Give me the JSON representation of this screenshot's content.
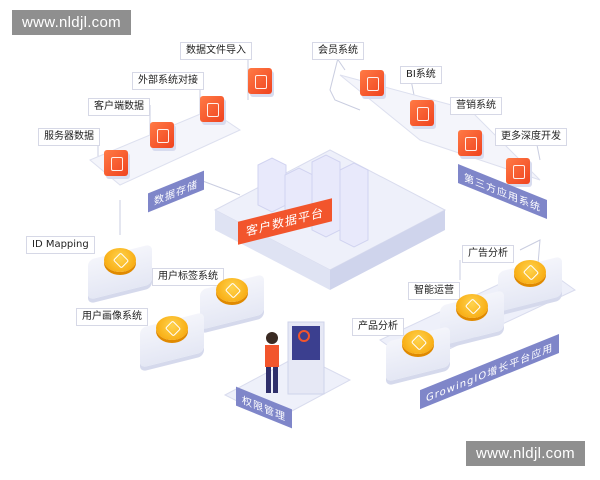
{
  "watermark_top": "www.nldjl.com",
  "watermark_bottom": "www.nldjl.com",
  "data_storage": {
    "tag": "数据存储",
    "items": [
      "数据文件导入",
      "外部系统对接",
      "客户端数据",
      "服务器数据"
    ]
  },
  "third_party": {
    "tag": "第三方应用系统",
    "items": [
      "会员系统",
      "BI系统",
      "营销系统",
      "更多深度开发"
    ]
  },
  "center": {
    "tag": "客户数据平台"
  },
  "left_nodes": [
    "ID Mapping",
    "用户标签系统",
    "用户画像系统"
  ],
  "growing": {
    "tag": "GrowingIO增长平台应用",
    "items": [
      "广告分析",
      "智能运营",
      "产品分析"
    ]
  },
  "permission": {
    "tag": "权限管理"
  },
  "colors": {
    "accent": "#f2552c",
    "tag_purple": "#7f86c9",
    "coin": "#f6a000"
  }
}
